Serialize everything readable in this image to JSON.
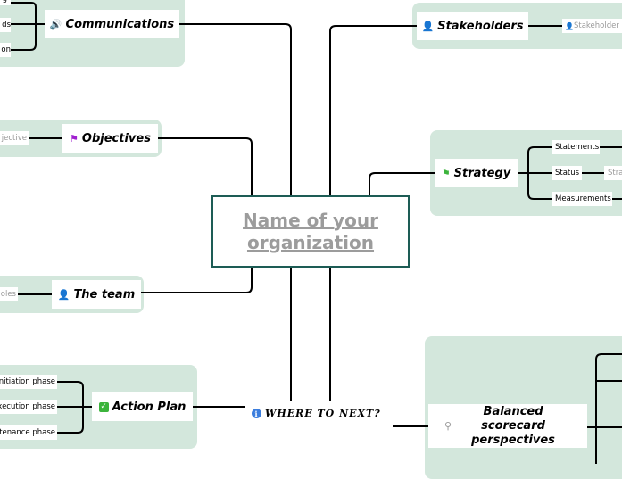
{
  "central": {
    "title": "Name of your organization",
    "border_color": "#1d5c55"
  },
  "panel_color": "#d3e7dc",
  "where_next": {
    "label": "WHERE TO NEXT?",
    "icon": "info-icon"
  },
  "branches": {
    "communications": {
      "label": "Communications",
      "icon": "speaker-icon",
      "children": [
        "g",
        "ds",
        "on"
      ]
    },
    "objectives": {
      "label": "Objectives",
      "icon": "purple-flag-icon",
      "children": [
        "jective"
      ]
    },
    "team": {
      "label": "The team",
      "icon": "user-icon",
      "children": [
        "oles"
      ]
    },
    "action_plan": {
      "label": "Action Plan",
      "icon": "checkmark-icon",
      "children": [
        "Initiation phase",
        "xecution phase",
        "ntenance phase"
      ]
    },
    "stakeholders": {
      "label": "Stakeholders",
      "icon": "user-icon",
      "children": [
        "Stakeholder"
      ]
    },
    "strategy": {
      "label": "Strategy",
      "icon": "green-flag-icon",
      "children": [
        "Statements",
        "Status",
        "Measurements"
      ],
      "status_child": "Stra"
    },
    "balanced": {
      "label": "Balanced scorecard perspectives",
      "icon": "magnifier-icon"
    }
  }
}
